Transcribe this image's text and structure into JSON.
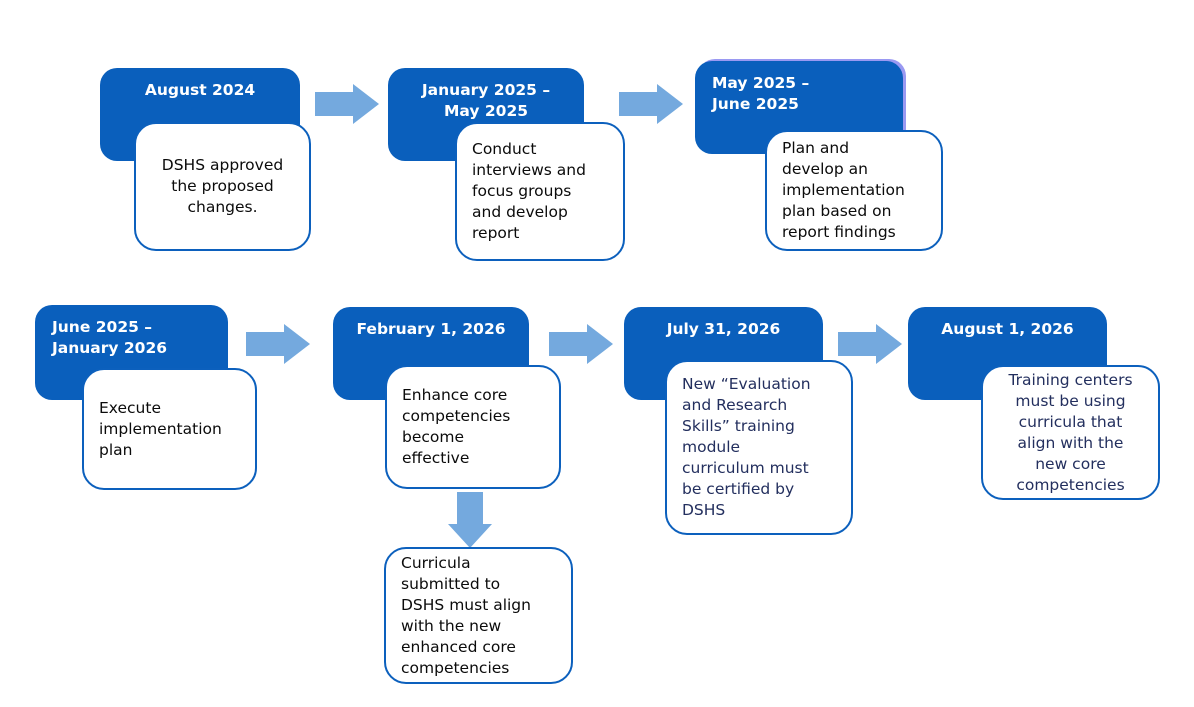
{
  "colors": {
    "background": "#ffffff",
    "header_bg": "#0a5fbc",
    "header_text": "#ffffff",
    "box_border": "#0c60bd",
    "body_text": "#0b0b0b",
    "navy_text": "#232f5e",
    "arrow": "#74a9de",
    "highlight_edge": "#9a99f2"
  },
  "diagram": {
    "type": "flowchart-timeline",
    "steps": [
      {
        "date": "August 2024",
        "description": "DSHS approved\nthe proposed\nchanges."
      },
      {
        "date": "January 2025 –\nMay 2025",
        "description": "Conduct\ninterviews and\nfocus groups\nand develop\nreport"
      },
      {
        "date": "May 2025 –\nJune 2025",
        "description": "Plan and\ndevelop an\nimplementation\nplan based on\nreport findings"
      },
      {
        "date": "June 2025 –\nJanuary 2026",
        "description": "Execute\nimplementation\nplan"
      },
      {
        "date": "February 1, 2026",
        "description": "Enhance core\ncompetencies\nbecome\neffective",
        "sub_step": "Curricula\nsubmitted to\nDSHS must align\nwith the new\nenhanced core\ncompetencies"
      },
      {
        "date": "July 31, 2026",
        "description": "New “Evaluation\nand Research\nSkills” training\nmodule\ncurriculum must\nbe certified by\nDSHS"
      },
      {
        "date": "August 1, 2026",
        "description": "Training centers\nmust be using\ncurricula that\nalign with the\nnew core\ncompetencies"
      }
    ]
  }
}
